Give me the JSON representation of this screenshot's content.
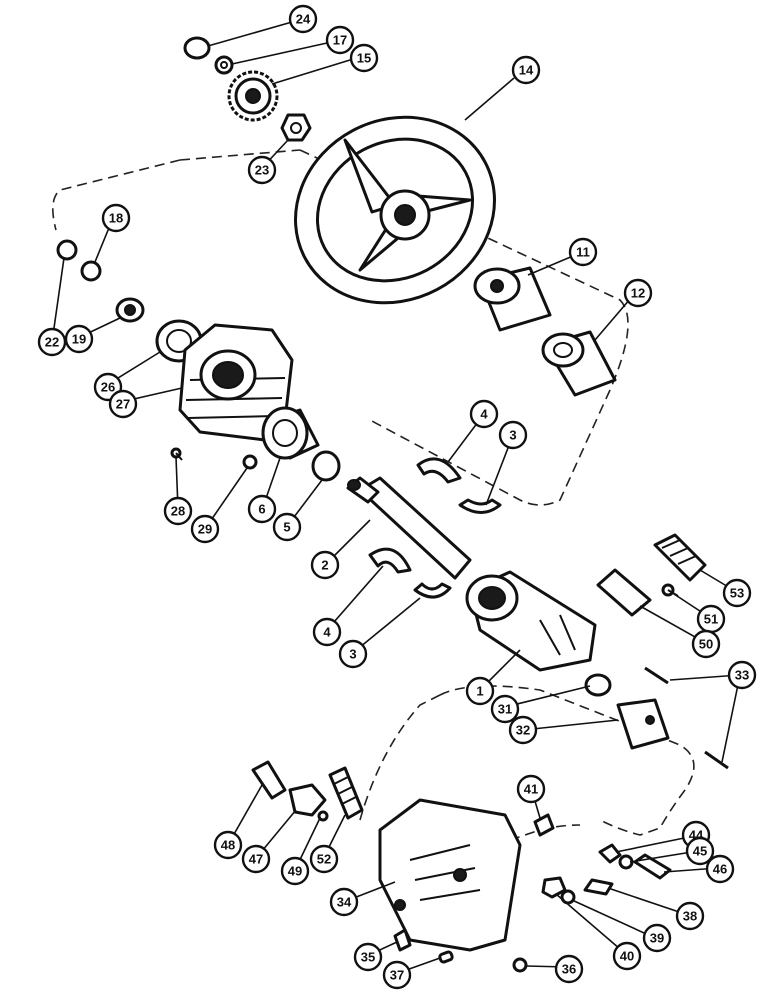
{
  "callouts": [
    {
      "label": "24"
    },
    {
      "label": "17"
    },
    {
      "label": "15"
    },
    {
      "label": "14"
    },
    {
      "label": "23"
    },
    {
      "label": "18"
    },
    {
      "label": "22"
    },
    {
      "label": "19"
    },
    {
      "label": "26"
    },
    {
      "label": "27"
    },
    {
      "label": "11"
    },
    {
      "label": "12"
    },
    {
      "label": "4"
    },
    {
      "label": "3"
    },
    {
      "label": "28"
    },
    {
      "label": "29"
    },
    {
      "label": "6"
    },
    {
      "label": "5"
    },
    {
      "label": "2"
    },
    {
      "label": "4"
    },
    {
      "label": "3"
    },
    {
      "label": "53"
    },
    {
      "label": "51"
    },
    {
      "label": "50"
    },
    {
      "label": "1"
    },
    {
      "label": "31"
    },
    {
      "label": "33"
    },
    {
      "label": "32"
    },
    {
      "label": "41"
    },
    {
      "label": "48"
    },
    {
      "label": "47"
    },
    {
      "label": "49"
    },
    {
      "label": "52"
    },
    {
      "label": "44"
    },
    {
      "label": "45"
    },
    {
      "label": "46"
    },
    {
      "label": "34"
    },
    {
      "label": "38"
    },
    {
      "label": "39"
    },
    {
      "label": "40"
    },
    {
      "label": "35"
    },
    {
      "label": "37"
    },
    {
      "label": "36"
    }
  ]
}
